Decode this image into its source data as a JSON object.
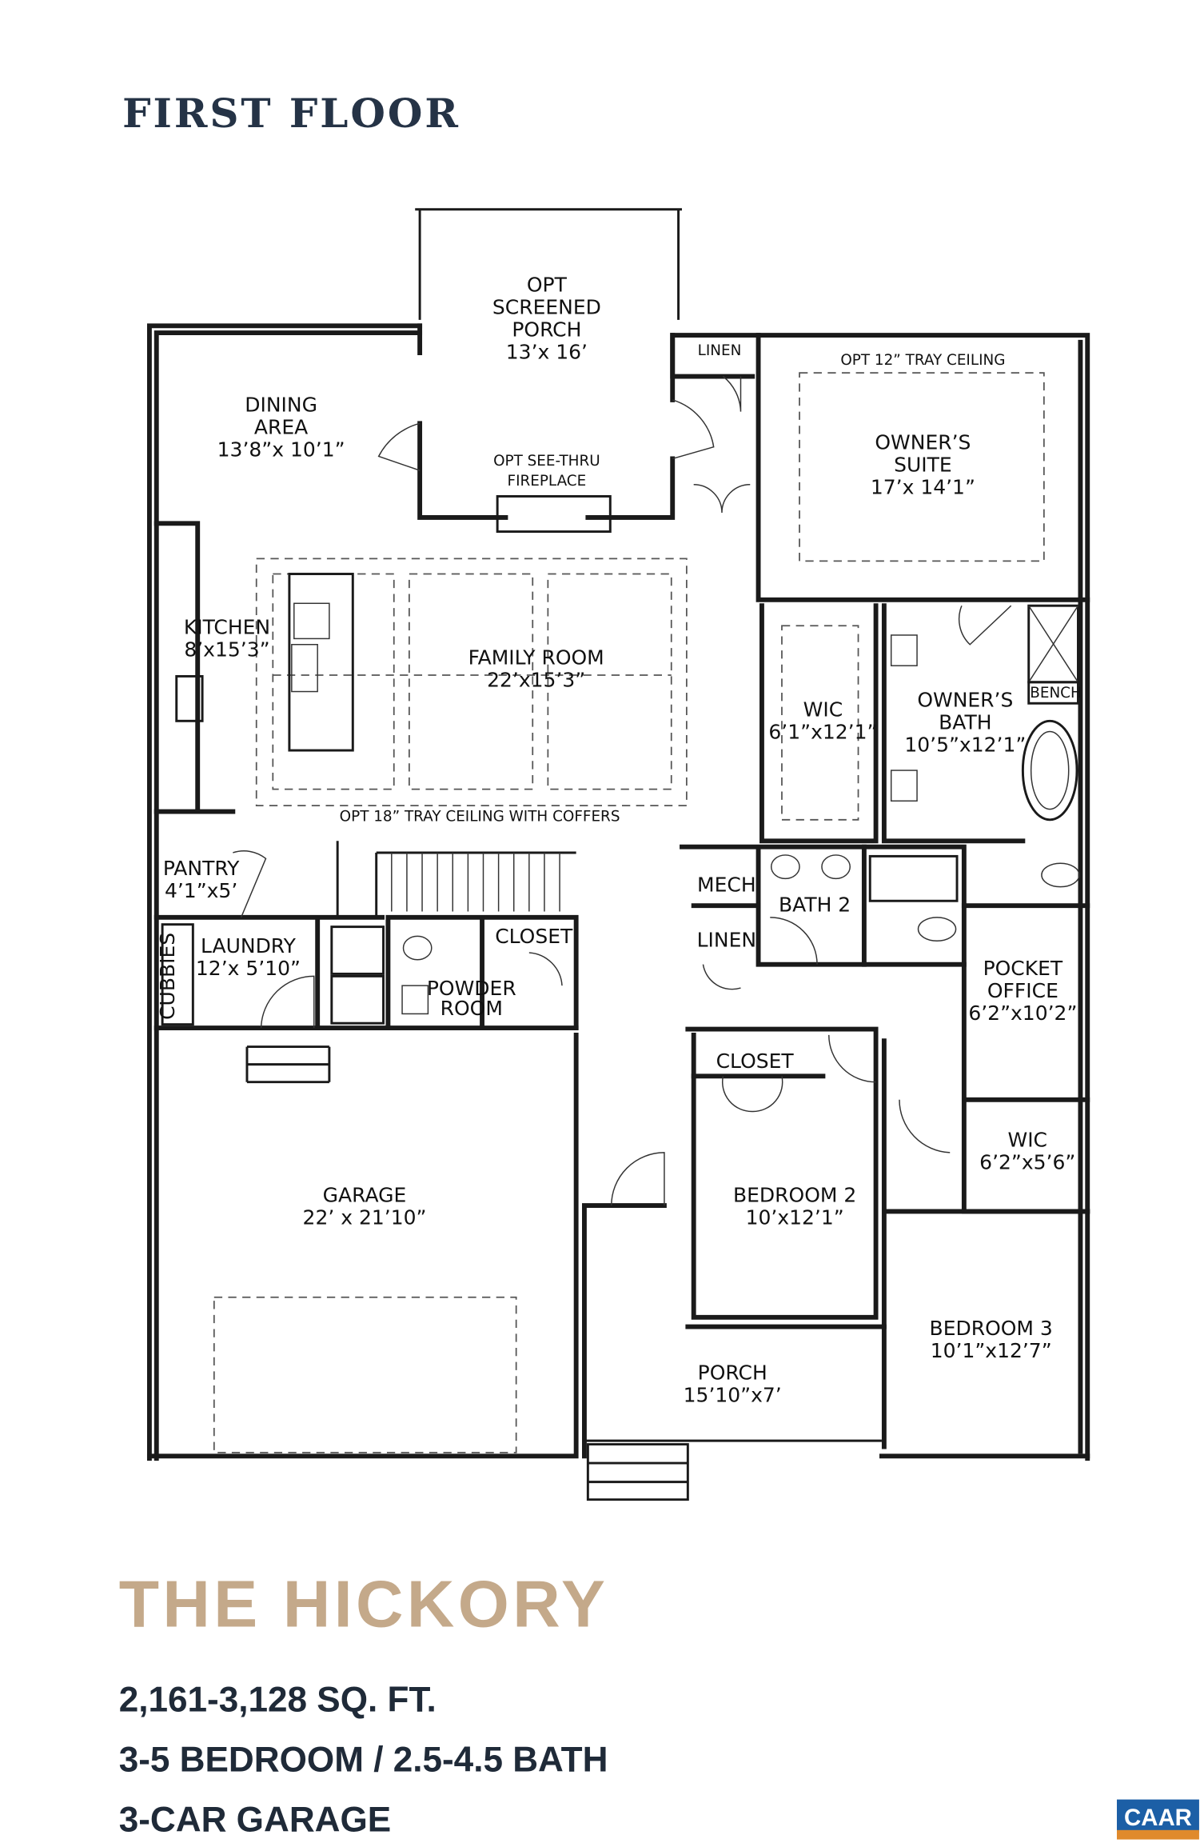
{
  "header": {
    "title": "FIRST FLOOR"
  },
  "rooms": [
    {
      "id": "screened-porch",
      "lines": [
        "OPT",
        "SCREENED",
        "PORCH",
        "13’x 16’"
      ]
    },
    {
      "id": "linen-1",
      "lines": [
        "LINEN"
      ]
    },
    {
      "id": "owner-tray",
      "lines": [
        "OPT 12” TRAY CEILING"
      ]
    },
    {
      "id": "owners-suite",
      "lines": [
        "OWNER’S",
        "SUITE",
        "17’x 14’1”"
      ]
    },
    {
      "id": "dining-area",
      "lines": [
        "DINING",
        "AREA",
        "13’8”x 10’1”"
      ]
    },
    {
      "id": "fireplace",
      "lines": [
        "OPT SEE-THRU",
        "FIREPLACE"
      ]
    },
    {
      "id": "kitchen",
      "lines": [
        "KITCHEN",
        "8’x15’3”"
      ]
    },
    {
      "id": "family-room",
      "lines": [
        "FAMILY ROOM",
        "22’x15’3”"
      ]
    },
    {
      "id": "wic-owner",
      "lines": [
        "WIC",
        "6’1”x12’1”"
      ]
    },
    {
      "id": "owners-bath",
      "lines": [
        "OWNER’S",
        "BATH",
        "10’5”x12’1”"
      ]
    },
    {
      "id": "bench",
      "lines": [
        "BENCH"
      ]
    },
    {
      "id": "family-tray",
      "lines": [
        "OPT 18” TRAY CEILING WITH COFFERS"
      ]
    },
    {
      "id": "pantry",
      "lines": [
        "PANTRY",
        "4’1”x5’"
      ]
    },
    {
      "id": "mech",
      "lines": [
        "MECH"
      ]
    },
    {
      "id": "bath-2",
      "lines": [
        "BATH 2"
      ]
    },
    {
      "id": "linen-2",
      "lines": [
        "LINEN"
      ]
    },
    {
      "id": "closet-1",
      "lines": [
        "CLOSET"
      ]
    },
    {
      "id": "laundry",
      "lines": [
        "LAUNDRY",
        "12’x 5’10”"
      ]
    },
    {
      "id": "cubbies",
      "lines": [
        "CUBBIES"
      ]
    },
    {
      "id": "powder-room",
      "lines": [
        "POWDER",
        "ROOM"
      ]
    },
    {
      "id": "pocket-office",
      "lines": [
        "POCKET",
        "OFFICE",
        "6’2”x10’2”"
      ]
    },
    {
      "id": "closet-2",
      "lines": [
        "CLOSET"
      ]
    },
    {
      "id": "wic-bed3",
      "lines": [
        "WIC",
        "6’2”x5’6”"
      ]
    },
    {
      "id": "garage",
      "lines": [
        "GARAGE",
        "22’ x 21’10”"
      ]
    },
    {
      "id": "bedroom-2",
      "lines": [
        "BEDROOM 2",
        "10’x12’1”"
      ]
    },
    {
      "id": "bedroom-3",
      "lines": [
        "BEDROOM 3",
        "10’1”x12’7”"
      ]
    },
    {
      "id": "porch",
      "lines": [
        "PORCH",
        "15’10”x7’"
      ]
    }
  ],
  "footer": {
    "model_name": "THE HICKORY",
    "specs": [
      "2,161-3,128 SQ. FT.",
      "3-5 BEDROOM / 2.5-4.5 BATH",
      "3-CAR GARAGE"
    ],
    "logo_text": "CAAR"
  },
  "colors": {
    "heading": "#253346",
    "title": "#c4a98a",
    "spec": "#1f2a38",
    "logo_blue": "#1c5fa6",
    "logo_orange": "#e08a2c"
  }
}
